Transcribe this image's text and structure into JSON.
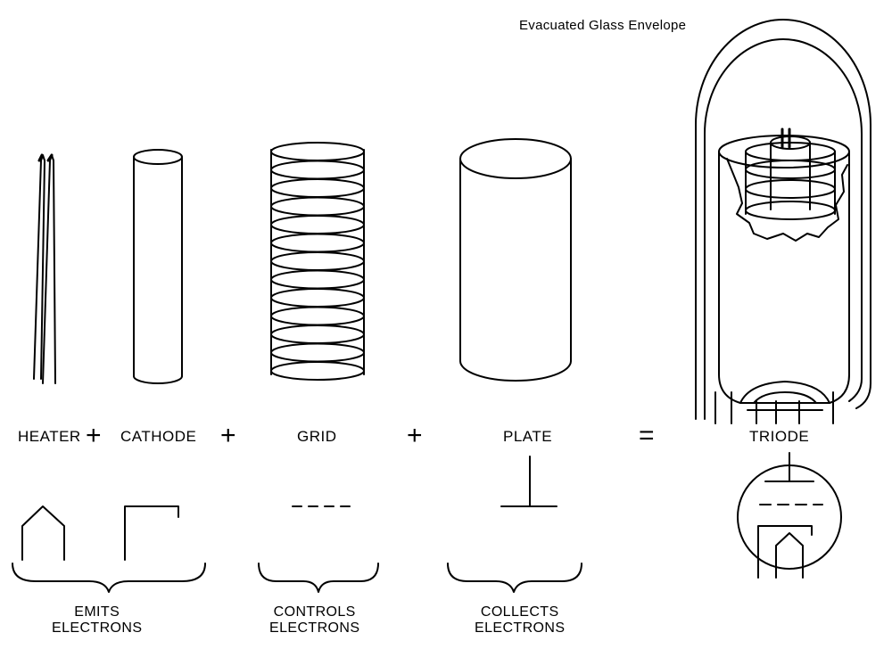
{
  "envelope_label": "Evacuated Glass Envelope",
  "components": {
    "heater": "HEATER",
    "cathode": "CATHODE",
    "grid": "GRID",
    "plate": "PLATE",
    "triode": "TRIODE"
  },
  "operators": {
    "plus": "+",
    "equals": "="
  },
  "functions": {
    "emits": {
      "line1": "EMITS",
      "line2": "ELECTRONS"
    },
    "controls": {
      "line1": "CONTROLS",
      "line2": "ELECTRONS"
    },
    "collects": {
      "line1": "COLLECTS",
      "line2": "ELECTRONS"
    }
  }
}
